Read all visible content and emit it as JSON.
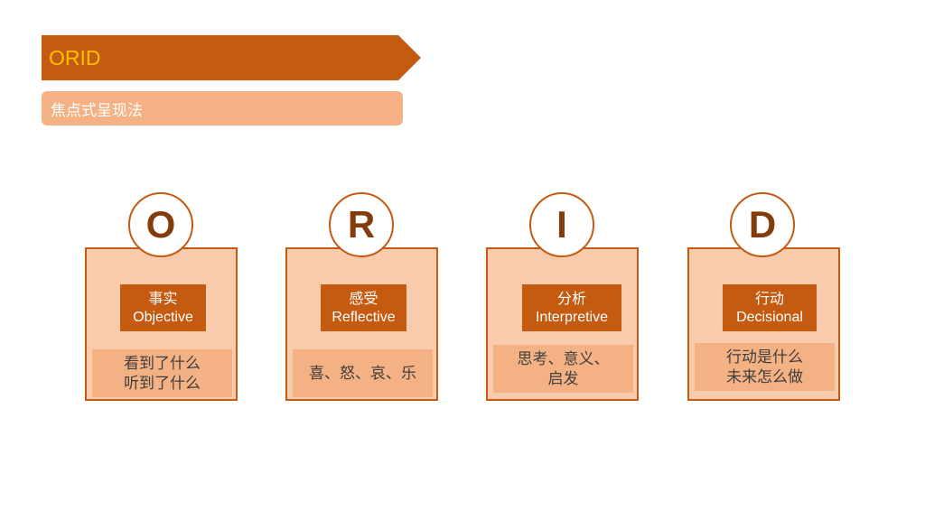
{
  "title": "ORID",
  "subtitle": "焦点式呈现法",
  "cards": [
    {
      "letter": "O",
      "label_zh": "事实",
      "label_en": "Objective",
      "desc": [
        "看到了什么",
        "听到了什么"
      ]
    },
    {
      "letter": "R",
      "label_zh": "感受",
      "label_en": "Reflective",
      "desc": [
        "喜、怒、哀、乐"
      ]
    },
    {
      "letter": "I",
      "label_zh": "分析",
      "label_en": "Interpretive",
      "desc": [
        "思考、意义、",
        "启发"
      ]
    },
    {
      "letter": "D",
      "label_zh": "行动",
      "label_en": "Decisional",
      "desc": [
        "行动是什么",
        "未来怎么做"
      ]
    }
  ],
  "colors": {
    "dark_orange": "#c55a11",
    "light_orange": "#f4b183",
    "pale_orange": "#f8cbad",
    "title_text": "#ffc000",
    "letter_color": "#843c0c"
  }
}
